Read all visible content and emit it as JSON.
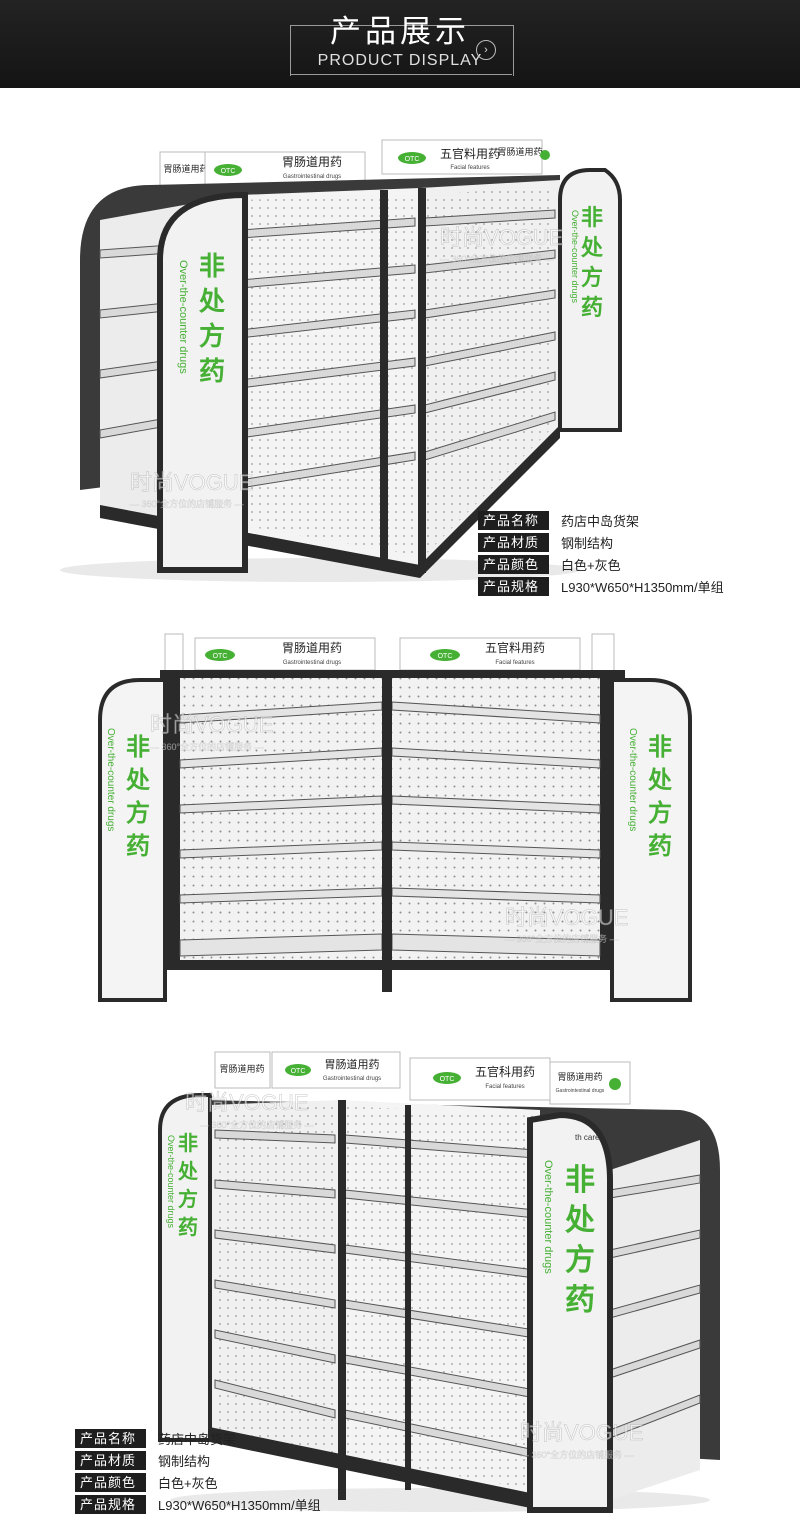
{
  "header": {
    "title_cn": "产品展示",
    "title_en": "PRODUCT  DISPLAY",
    "arrow": "›"
  },
  "shelf_signs": {
    "otc": "OTC",
    "gastro_cn": "胃肠道用药",
    "gastro_en": "Gastrointestinal drugs",
    "facial_cn": "五官料用药",
    "facial_en": "Facial features",
    "facial_cn_alt": "五官科用药",
    "side_cn": [
      "非",
      "处",
      "方",
      "药"
    ],
    "side_en": "Over-the-counter drugs",
    "health": "th care"
  },
  "watermark": {
    "brand": "时尚VOGUE",
    "tagline": "— 360°全方位的店铺服务 —"
  },
  "specs": [
    {
      "label": "产品名称",
      "value": "药店中岛货架"
    },
    {
      "label": "产品材质",
      "value": "钢制结构"
    },
    {
      "label": "产品颜色",
      "value": "白色+灰色"
    },
    {
      "label": "产品规格",
      "value": "L930*W650*H1350mm/单组"
    }
  ],
  "colors": {
    "green": "#46b035",
    "frame": "#2a2a2a",
    "panel": "#f2f2f2"
  },
  "icons": [
    "circle-arrow-icon",
    "pill-icon"
  ]
}
